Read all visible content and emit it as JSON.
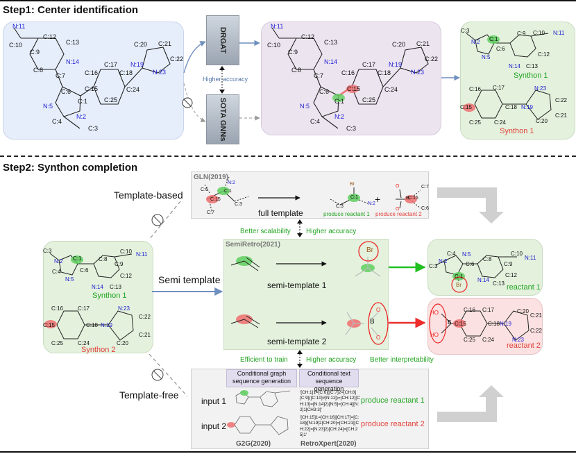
{
  "step1": {
    "title": "Step1: Center identification",
    "model_top": "DRGAT",
    "model_bottom": "SOTA GNNs",
    "higher_accuracy": "Higher accuracy",
    "synthon1_label": "Synthon 1",
    "synthon1_red_label": "Synthon 1"
  },
  "step2": {
    "title": "Step2: Synthon completion",
    "template_based": "Template-based",
    "semi_template": "Semi template",
    "template_free": "Template-free",
    "gln": "GLN(2019)",
    "full_template": "full template",
    "produce_reactant_1": "produce reactant 1",
    "produce_reactant_2": "produce reactant 2",
    "better_scalability": "Better scalability",
    "higher_accuracy": "Higher accuracy",
    "semiretro": "SemiRetro(2021)",
    "semi_template_1": "semi-template 1",
    "semi_template_2": "semi-template 2",
    "efficient_to_train": "Efficient to train",
    "higher_accuracy_2": "Higher accuracy",
    "better_interpretability": "Better interpretability",
    "synthon1": "Synthon 1",
    "synthon2": "Synthon 2",
    "reactant1": "reactant 1",
    "reactant2": "reactant 2",
    "cond_graph": "Conditional graph sequence generation",
    "cond_text": "Conditional text sequence generation",
    "input1": "input 1",
    "input2": "input 2",
    "produce_reactant_1b": "produce reactant 1",
    "produce_reactant_2b": "produce reactant 2",
    "g2g": "G2G(2020)",
    "retroxpert": "RetroXpert(2020)",
    "smiles1": "'[CH:1]1=[C:6]([C:7]2=[CH:8][C:9]([C:10]#[N:11])=[CH:12][CH:13]=[N:14]2)[N:5]=[CH:4][N:2]1[CH3:3]'",
    "smiles2": "'[CH:15]1=[CH:16][CH:17]=[C:18]([N:19]2[CH:20]=[CH:21][CH:22]=[N:23]2)[CH:24]=[CH:25]1'"
  },
  "atoms": {
    "N11": "N:11",
    "C10": "C:10",
    "C12": "C:12",
    "C13": "C:13",
    "C9": "C:9",
    "N14": "N:14",
    "C8": "C:8",
    "C7": "C:7",
    "C6": "C:6",
    "C1": "C:1",
    "N5": "N:5",
    "C4": "C:4",
    "N2": "N:2",
    "C3": "C:3",
    "C15": "C:15",
    "C16": "C:16",
    "C17": "C:17",
    "C18": "C:18",
    "C24": "C:24",
    "C25": "C:25",
    "N19": "N:19",
    "C20": "C:20",
    "C21": "C:21",
    "C22": "C:22",
    "N23": "N:23",
    "Br": "Br",
    "B": "B",
    "HO": "HO",
    "O": "O"
  },
  "colors": {
    "blue_panel": "#e6eefb",
    "purple_panel": "#ece4ef",
    "green_panel": "#e3f1dd",
    "pink_panel": "#fbe1e1",
    "green_hi": "#5fcf5f",
    "red_hi": "#ef6f6f",
    "arrow_blue": "#6f8fbf"
  }
}
